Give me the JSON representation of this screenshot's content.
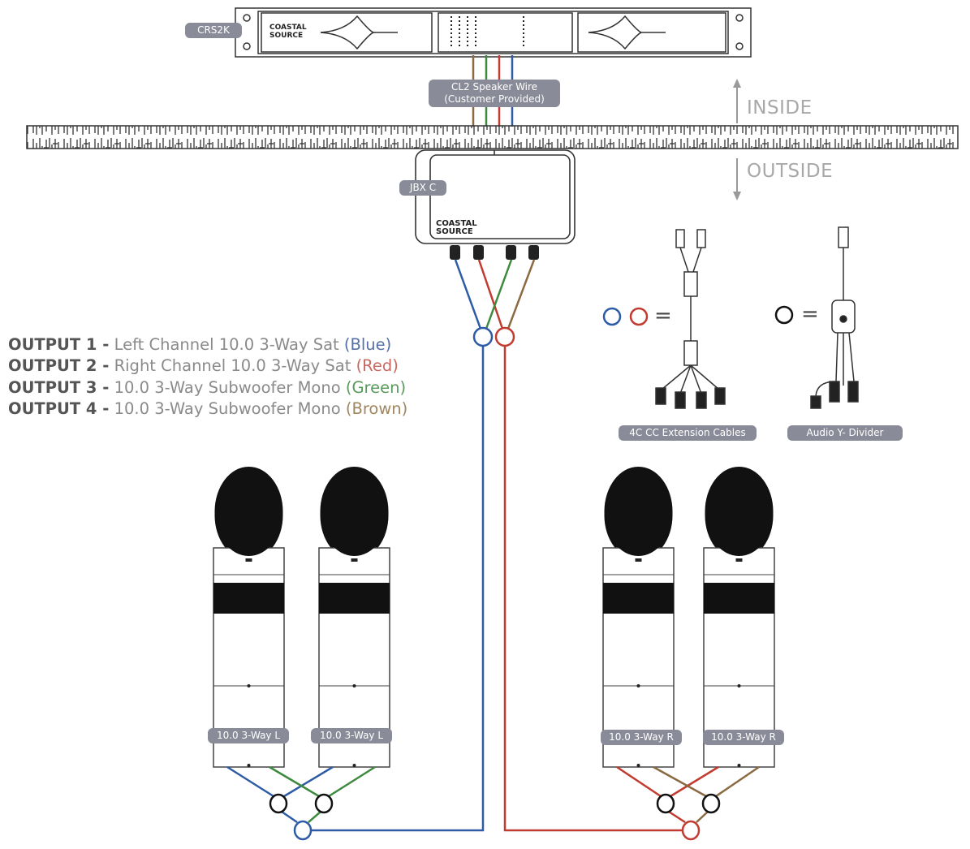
{
  "colors": {
    "blue": "#2d5ba6",
    "red": "#c23b30",
    "green": "#3d8a3f",
    "brown": "#8b6a42",
    "label_bg": "#8a8b98"
  },
  "labels": {
    "amp": "CRS2K",
    "wire_line1": "CL2 Speaker Wire",
    "wire_line2": "(Customer Provided)",
    "inside": "INSIDE",
    "outside": "OUTSIDE",
    "jbx": "JBX C",
    "ext_cables": "4C CC Extension Cables",
    "y_divider": "Audio Y- Divider",
    "equals": "="
  },
  "outputs": [
    {
      "name": "OUTPUT 1 -",
      "desc": "Left Channel 10.0 3-Way Sat",
      "color_label": "(Blue)"
    },
    {
      "name": "OUTPUT 2 -",
      "desc": "Right Channel 10.0 3-Way Sat",
      "color_label": "(Red)"
    },
    {
      "name": "OUTPUT 3 -",
      "desc": "10.0 3-Way Subwoofer Mono",
      "color_label": "(Green)"
    },
    {
      "name": "OUTPUT 4 -",
      "desc": "10.0 3-Way Subwoofer Mono",
      "color_label": "(Brown)"
    }
  ],
  "speakers": [
    {
      "label": "10.0 3-Way L"
    },
    {
      "label": "10.0 3-Way L"
    },
    {
      "label": "10.0 3-Way R"
    },
    {
      "label": "10.0 3-Way R"
    }
  ]
}
